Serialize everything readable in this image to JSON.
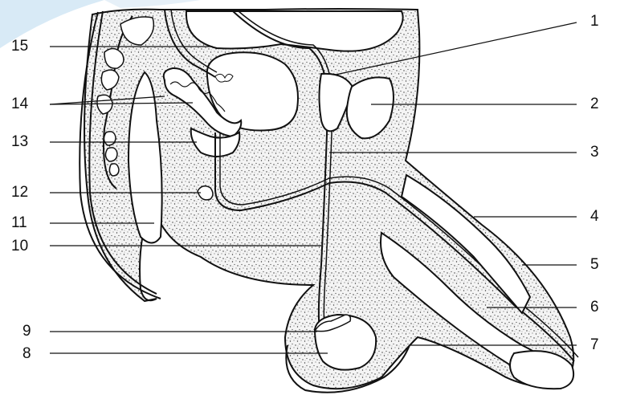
{
  "labels_left": [
    {
      "id": "15",
      "text": "15"
    },
    {
      "id": "14",
      "text": "14"
    },
    {
      "id": "13",
      "text": "13"
    },
    {
      "id": "12",
      "text": "12"
    },
    {
      "id": "11",
      "text": "11"
    },
    {
      "id": "10",
      "text": "10"
    },
    {
      "id": "9",
      "text": "9"
    },
    {
      "id": "8",
      "text": "8"
    }
  ],
  "labels_right": [
    {
      "id": "1",
      "text": "1"
    },
    {
      "id": "2",
      "text": "2"
    },
    {
      "id": "3",
      "text": "3"
    },
    {
      "id": "4",
      "text": "4"
    },
    {
      "id": "5",
      "text": "5"
    },
    {
      "id": "6",
      "text": "6"
    },
    {
      "id": "7",
      "text": "7"
    }
  ],
  "colors": {
    "line": "#111111",
    "tissue": "#f4f4f4",
    "stipple": "#3a3a3a",
    "cavity": "#ffffff",
    "corner_accent": "#d8eaf6"
  }
}
